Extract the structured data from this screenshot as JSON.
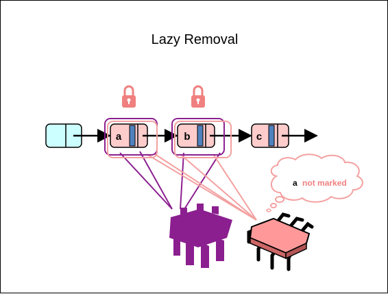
{
  "slide": {
    "title": "Lazy Removal"
  },
  "nodes": [
    {
      "id": "head",
      "label": "",
      "fill": "#ccffff"
    },
    {
      "id": "a",
      "label": "a",
      "fill": "#ffcccc"
    },
    {
      "id": "b",
      "label": "b",
      "fill": "#ffcccc"
    },
    {
      "id": "c",
      "label": "c",
      "fill": "#ffcccc"
    }
  ],
  "thought_bubble": {
    "node_ref": "a",
    "text": "not marked"
  },
  "colors": {
    "purple": "#8b1f8f",
    "pink_outline": "#f4a0a0",
    "pink_fill": "#ff9999",
    "lock": "#f08080",
    "blue_mark": "#4f81bd"
  },
  "icons": [
    "lock-icon",
    "purple-thread-bug-icon",
    "pink-thread-bug-icon"
  ]
}
